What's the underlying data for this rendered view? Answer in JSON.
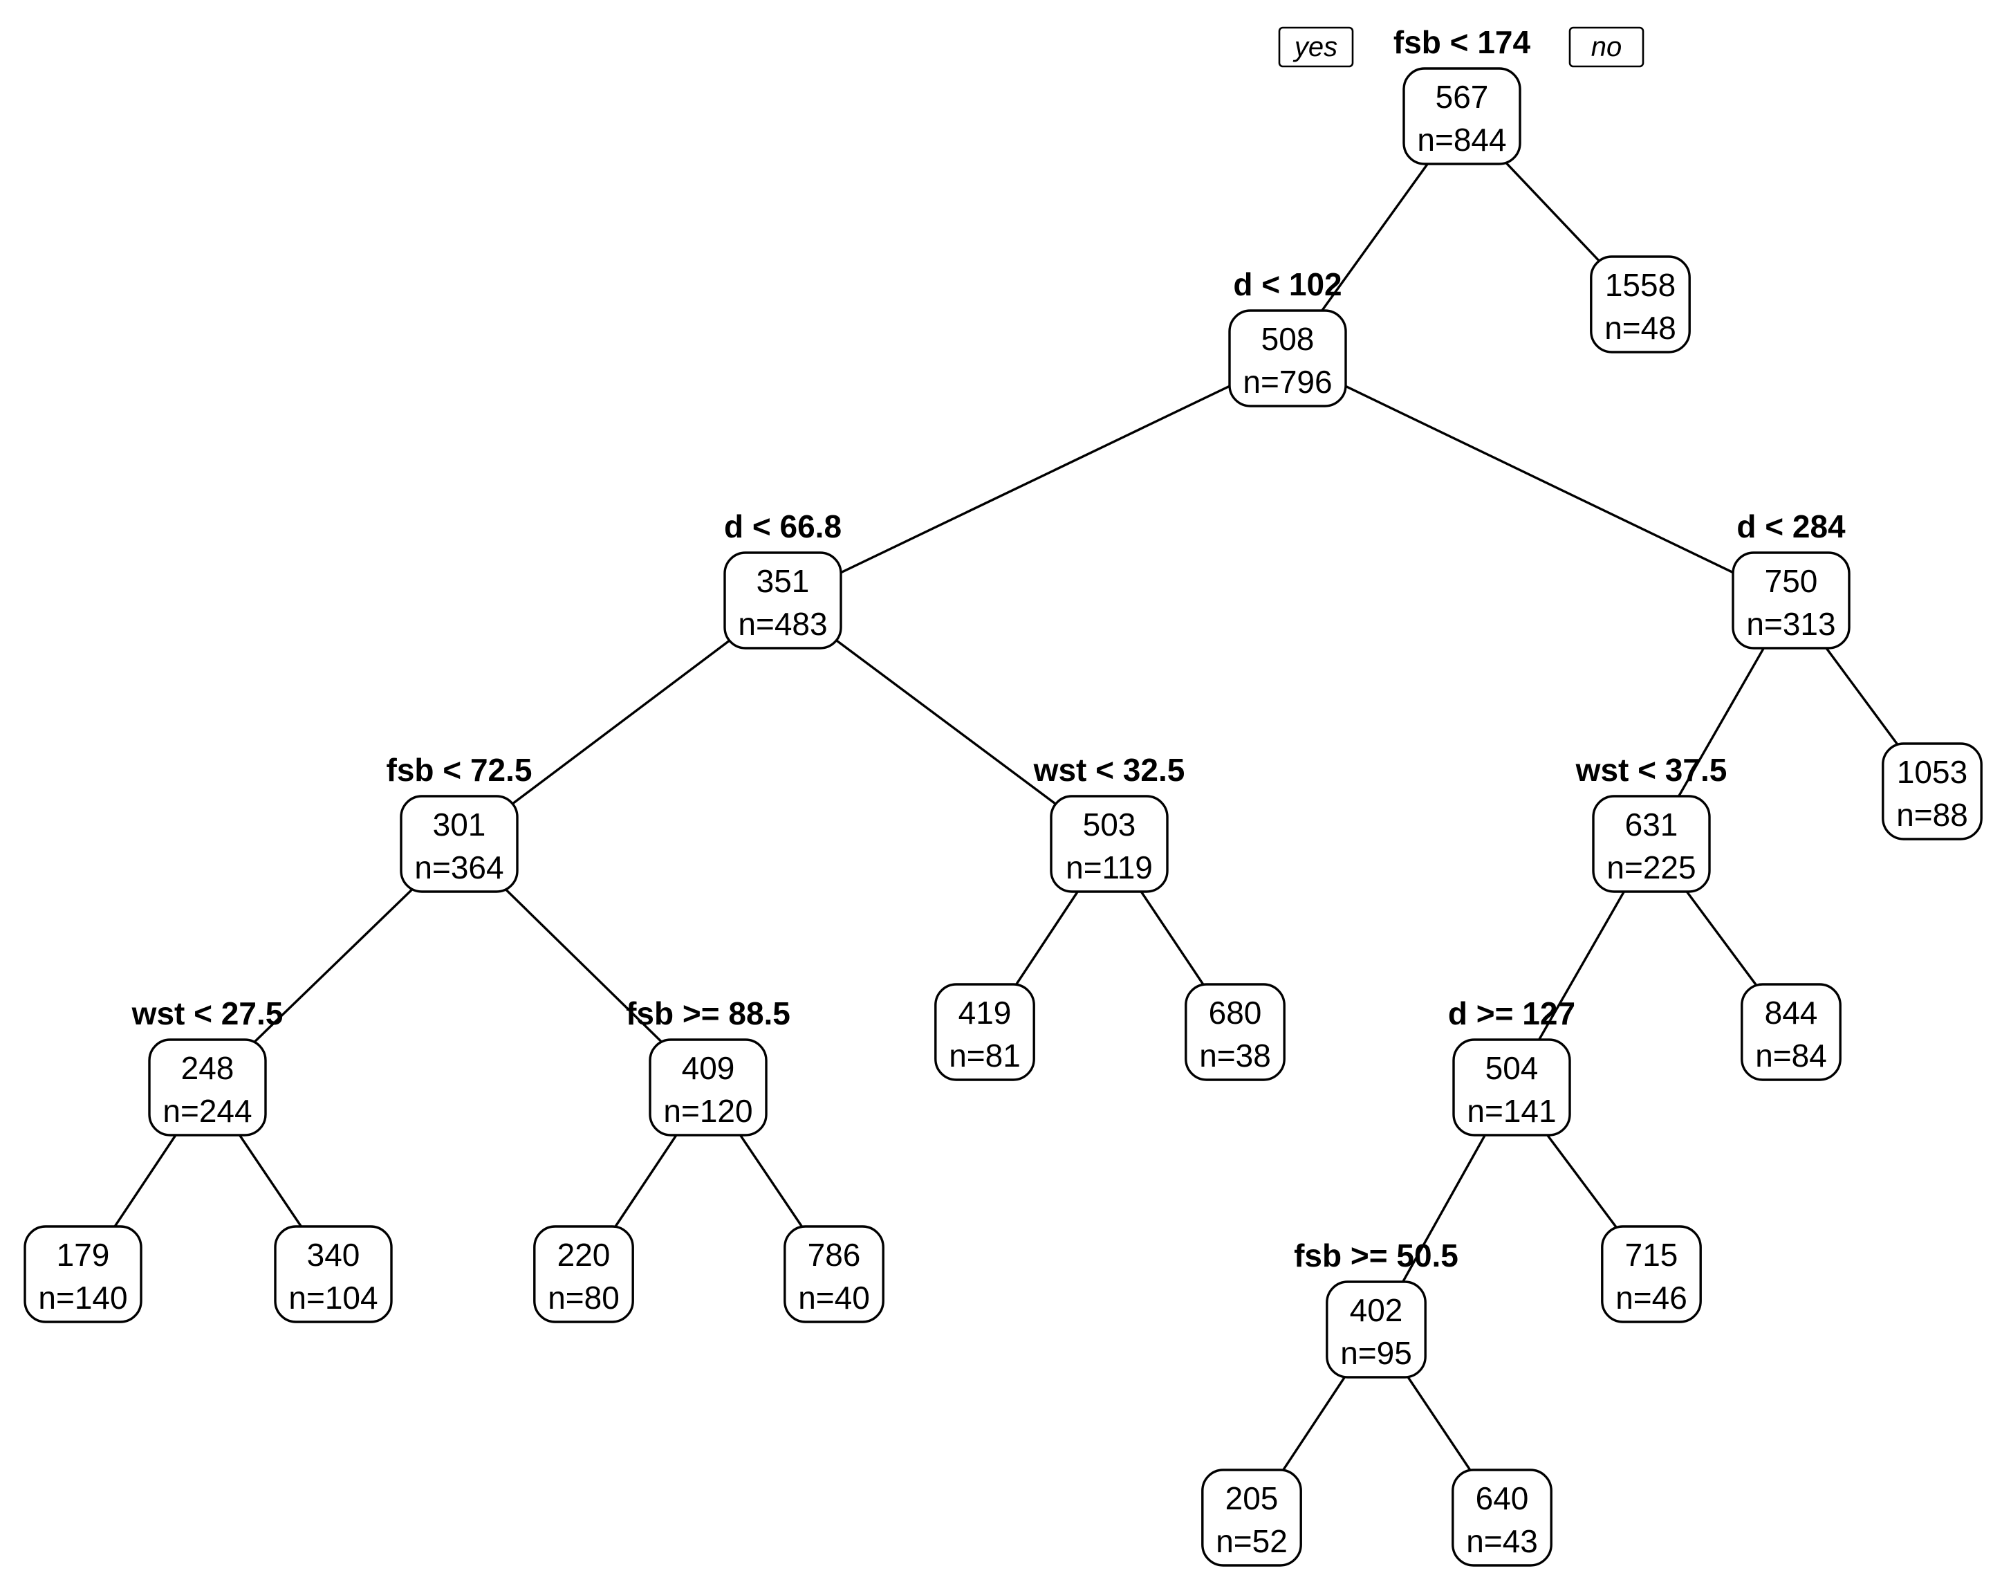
{
  "tree": {
    "yes_label": "yes",
    "no_label": "no",
    "nodes": [
      {
        "id": "root",
        "value": "567",
        "n": "n=844",
        "split": "fsb < 174"
      },
      {
        "id": "n2",
        "value": "508",
        "n": "n=796",
        "split": "d < 102"
      },
      {
        "id": "n3",
        "value": "1558",
        "n": "n=48",
        "split": ""
      },
      {
        "id": "n4",
        "value": "351",
        "n": "n=483",
        "split": "d < 66.8"
      },
      {
        "id": "n5",
        "value": "750",
        "n": "n=313",
        "split": "d < 284"
      },
      {
        "id": "n8",
        "value": "301",
        "n": "n=364",
        "split": "fsb < 72.5"
      },
      {
        "id": "n9",
        "value": "503",
        "n": "n=119",
        "split": "wst < 32.5"
      },
      {
        "id": "n10",
        "value": "631",
        "n": "n=225",
        "split": "wst < 37.5"
      },
      {
        "id": "n11",
        "value": "1053",
        "n": "n=88",
        "split": ""
      },
      {
        "id": "n16",
        "value": "248",
        "n": "n=244",
        "split": "wst < 27.5"
      },
      {
        "id": "n17",
        "value": "409",
        "n": "n=120",
        "split": "fsb >= 88.5"
      },
      {
        "id": "n18",
        "value": "419",
        "n": "n=81",
        "split": ""
      },
      {
        "id": "n19",
        "value": "680",
        "n": "n=38",
        "split": ""
      },
      {
        "id": "n20",
        "value": "504",
        "n": "n=141",
        "split": "d >= 127"
      },
      {
        "id": "n21",
        "value": "844",
        "n": "n=84",
        "split": ""
      },
      {
        "id": "n32",
        "value": "179",
        "n": "n=140",
        "split": ""
      },
      {
        "id": "n33",
        "value": "340",
        "n": "n=104",
        "split": ""
      },
      {
        "id": "n34",
        "value": "220",
        "n": "n=80",
        "split": ""
      },
      {
        "id": "n35",
        "value": "786",
        "n": "n=40",
        "split": ""
      },
      {
        "id": "n40",
        "value": "402",
        "n": "n=95",
        "split": "fsb >= 50.5"
      },
      {
        "id": "n41",
        "value": "715",
        "n": "n=46",
        "split": ""
      },
      {
        "id": "n80",
        "value": "205",
        "n": "n=52",
        "split": ""
      },
      {
        "id": "n81",
        "value": "640",
        "n": "n=43",
        "split": ""
      }
    ],
    "edges": [
      [
        "root",
        "n2"
      ],
      [
        "root",
        "n3"
      ],
      [
        "n2",
        "n4"
      ],
      [
        "n2",
        "n5"
      ],
      [
        "n4",
        "n8"
      ],
      [
        "n4",
        "n9"
      ],
      [
        "n5",
        "n10"
      ],
      [
        "n5",
        "n11"
      ],
      [
        "n8",
        "n16"
      ],
      [
        "n8",
        "n17"
      ],
      [
        "n9",
        "n18"
      ],
      [
        "n9",
        "n19"
      ],
      [
        "n10",
        "n20"
      ],
      [
        "n10",
        "n21"
      ],
      [
        "n16",
        "n32"
      ],
      [
        "n16",
        "n33"
      ],
      [
        "n17",
        "n34"
      ],
      [
        "n17",
        "n35"
      ],
      [
        "n20",
        "n40"
      ],
      [
        "n20",
        "n41"
      ],
      [
        "n40",
        "n80"
      ],
      [
        "n40",
        "n81"
      ]
    ]
  }
}
